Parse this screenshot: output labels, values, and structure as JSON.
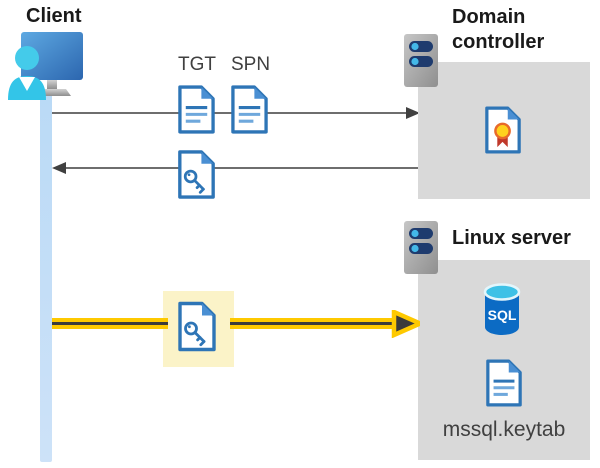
{
  "diagram_title": "Kerberos authentication flow between client, domain controller, and SQL Server on Linux",
  "nodes": {
    "client": {
      "label": "Client"
    },
    "domain_controller": {
      "label": "Domain controller"
    },
    "linux_server": {
      "label": "Linux server",
      "sql_icon_label": "SQL",
      "keytab_label": "mssql.keytab"
    }
  },
  "messages": {
    "tgt_label": "TGT",
    "spn_label": "SPN"
  },
  "icons": {
    "client": "user-at-monitor-icon",
    "servers": "server-rack-icon",
    "tickets": "document-icon",
    "service_ticket": "key-document-icon",
    "domain_controller_content": "certificate-icon",
    "linux_server_content": [
      "sql-database-icon",
      "keytab-document-icon"
    ]
  },
  "colors": {
    "doc_blue": "#2E75B6",
    "doc_fold_blue": "#4A8FD3",
    "person_cyan": "#38C6E9",
    "box_gray": "#D9D9D9",
    "lifeline_blue": "#C5DDF6",
    "arrow_gray": "#595959",
    "arrow_yellow": "#FEC900",
    "arrow_dark_core": "#3B3B3B",
    "highlight_yellow": "#FBF3C8",
    "sql_blue": "#0C6BC4",
    "sql_top_cyan": "#3EC1E6",
    "server_navy": "#1E3B6E",
    "server_dot_cyan": "#44B8E8",
    "seal_yellow": "#FFD21E",
    "seal_ring_orange": "#E86A2A",
    "ribbon_red": "#C0392B"
  }
}
